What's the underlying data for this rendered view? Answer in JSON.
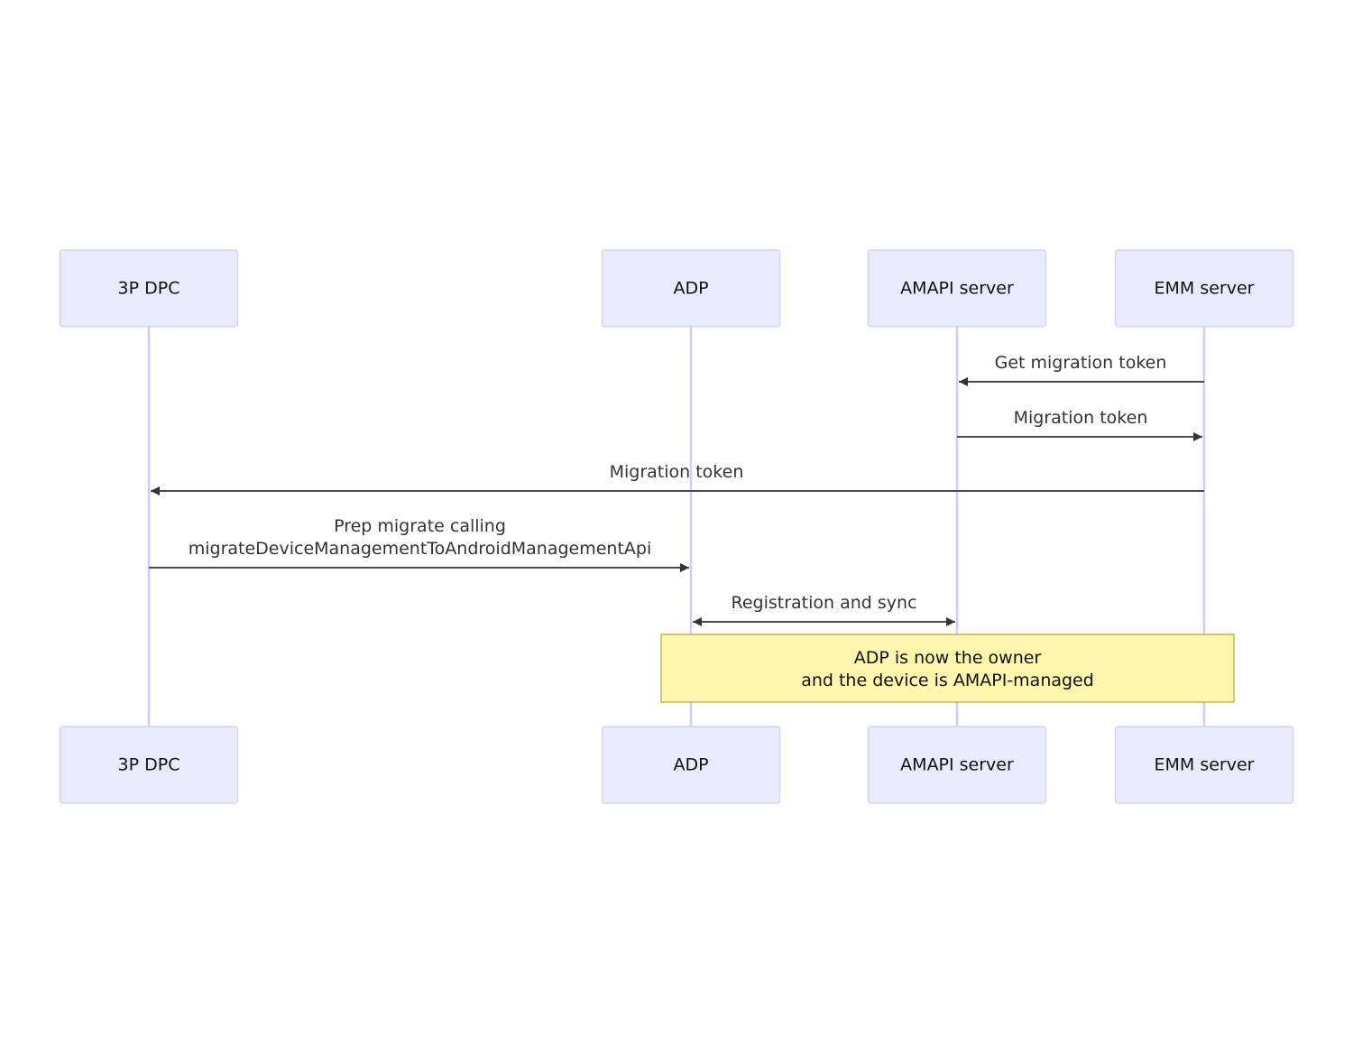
{
  "diagram": {
    "type": "sequence",
    "participants": [
      {
        "id": "dpc",
        "label": "3P DPC"
      },
      {
        "id": "adp",
        "label": "ADP"
      },
      {
        "id": "amapi",
        "label": "AMAPI server"
      },
      {
        "id": "emm",
        "label": "EMM server"
      }
    ],
    "messages": [
      {
        "from": "emm",
        "to": "amapi",
        "lines": [
          "Get migration token"
        ],
        "bidirectional": false
      },
      {
        "from": "amapi",
        "to": "emm",
        "lines": [
          "Migration token"
        ],
        "bidirectional": false
      },
      {
        "from": "emm",
        "to": "dpc",
        "lines": [
          "Migration token"
        ],
        "bidirectional": false
      },
      {
        "from": "dpc",
        "to": "adp",
        "lines": [
          "Prep migrate calling",
          "migrateDeviceManagementToAndroidManagementApi"
        ],
        "bidirectional": false
      },
      {
        "from": "adp",
        "to": "amapi",
        "lines": [
          "Registration and sync"
        ],
        "bidirectional": true
      }
    ],
    "note": {
      "over": [
        "adp",
        "emm"
      ],
      "lines": [
        "ADP is now the owner",
        "and the device is AMAPI-managed"
      ]
    },
    "colors": {
      "actor_fill": "#eaeafd",
      "actor_border": "#d3cdf0",
      "lifeline": "#d5cdf1",
      "arrow": "#333333",
      "note_fill": "#fff5ad",
      "note_border": "#aaaa33"
    }
  }
}
